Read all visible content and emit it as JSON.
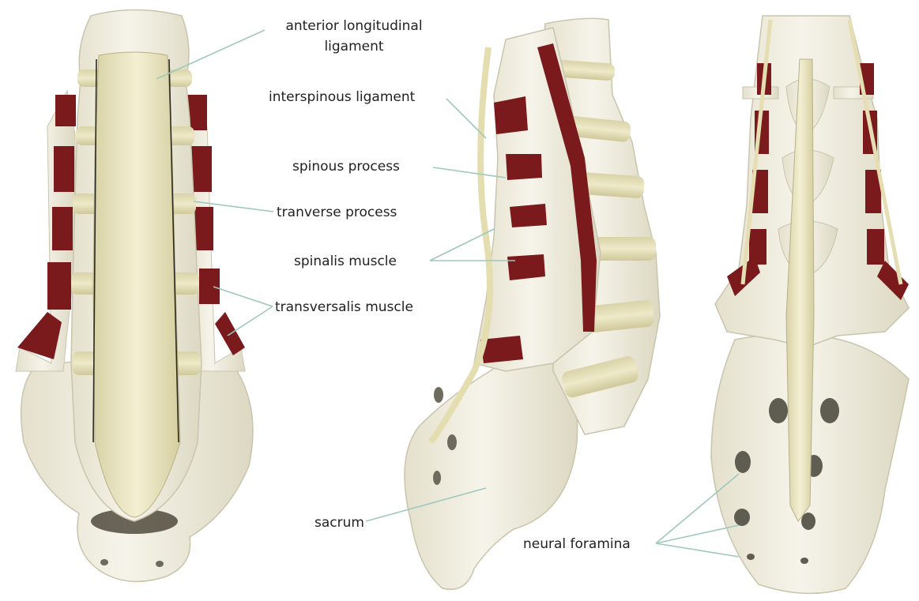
{
  "labels": {
    "anterior_longitudinal_ligament_line1": "anterior longitudinal",
    "anterior_longitudinal_ligament_line2": "ligament",
    "interspinous_ligament": "interspinous ligament",
    "spinous_process": "spinous process",
    "tranverse_process": "tranverse process",
    "spinalis_muscle": "spinalis muscle",
    "transversalis_muscle": "transversalis muscle",
    "sacrum": "sacrum",
    "neural_foramina": "neural foramina"
  },
  "colors": {
    "bone": "#f1efe3",
    "bone_shadow": "#d9d5c0",
    "disc": "#e9e4bc",
    "ligament": "#ece6c2",
    "muscle": "#7a1a1c",
    "leader_line": "#9ec8bd",
    "text": "#222222"
  },
  "views": [
    "anterior-view",
    "lateral-view",
    "posterior-view"
  ]
}
